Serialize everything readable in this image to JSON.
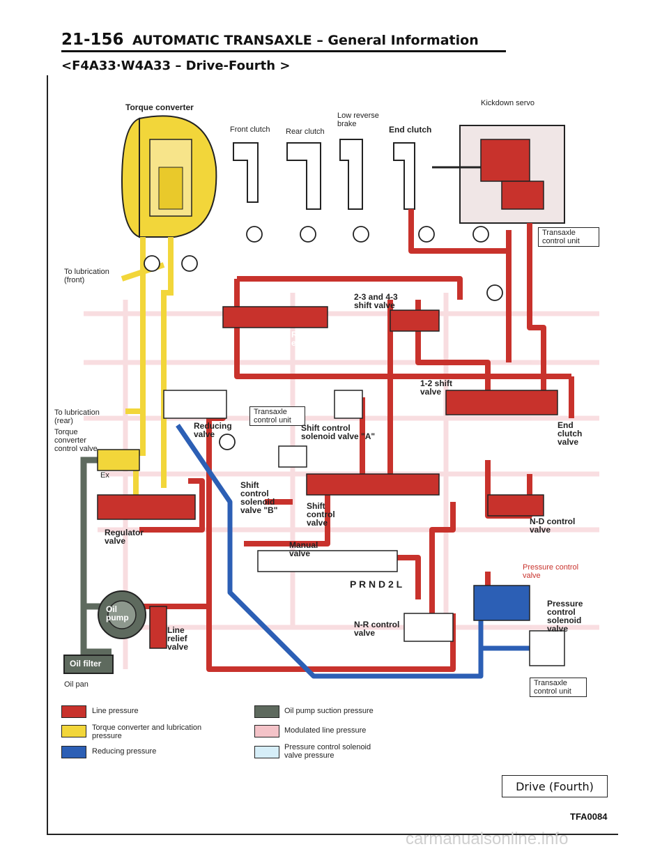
{
  "header": {
    "page_number": "21-156",
    "title": "AUTOMATIC TRANSAXLE – General Information",
    "subtitle": "<F4A33·W4A33 – Drive-Fourth >"
  },
  "diagram": {
    "labels": {
      "torque_converter": "Torque converter",
      "front_clutch": "Front clutch",
      "rear_clutch": "Rear clutch",
      "low_reverse_brake": "Low reverse brake",
      "end_clutch": "End clutch",
      "kickdown_servo": "Kickdown servo",
      "transaxle_control_unit_1": "Transaxle control unit",
      "to_lubrication_front": "To lubrication (front)",
      "shift_valve_23_43": "2-3 and 4-3 shift valve",
      "rear_clutch_exhaust_valve": "Rear clutch exhaust valve",
      "to_lubrication_rear": "To lubrication (rear)",
      "torque_converter_control_valve": "Torque converter control valve",
      "reducing_valve": "Reducing valve",
      "transaxle_control_unit_2": "Transaxle control unit",
      "shift_control_solenoid_a": "Shift control solenoid valve \"A\"",
      "shift_valve_12": "1-2 shift valve",
      "end_clutch_valve": "End clutch valve",
      "shift_control_solenoid_b": "Shift control solenoid valve \"B\"",
      "shift_control_valve": "Shift control valve",
      "nd_control_valve": "N-D control valve",
      "regulator_valve": "Regulator valve",
      "manual_valve": "Manual valve",
      "prnd2l": "P R N D 2 L",
      "pressure_control_valve": "Pressure control valve",
      "pressure_control_solenoid": "Pressure control solenoid valve",
      "oil_pump": "Oil pump",
      "line_relief_valve": "Line relief valve",
      "nr_control_valve": "N-R control valve",
      "oil_filter": "Oil filter",
      "oil_pan": "Oil pan",
      "transaxle_control_unit_3": "Transaxle control unit",
      "ex": "Ex"
    }
  },
  "legend": [
    {
      "label": "Line pressure",
      "color": "#c8322c"
    },
    {
      "label": "Torque converter and lubrication pressure",
      "color": "#f2d63a"
    },
    {
      "label": "Reducing pressure",
      "color": "#2c5fb5"
    },
    {
      "label": "Oil pump suction pressure",
      "color": "#5e6a5e"
    },
    {
      "label": "Modulated line pressure",
      "color": "#f4c3c8"
    },
    {
      "label": "Pressure control solenoid valve pressure",
      "color": "#d6eef8"
    }
  ],
  "footer": {
    "mode": "Drive (Fourth)",
    "code": "TFA0084",
    "watermark": "carmanualsonline.info"
  }
}
